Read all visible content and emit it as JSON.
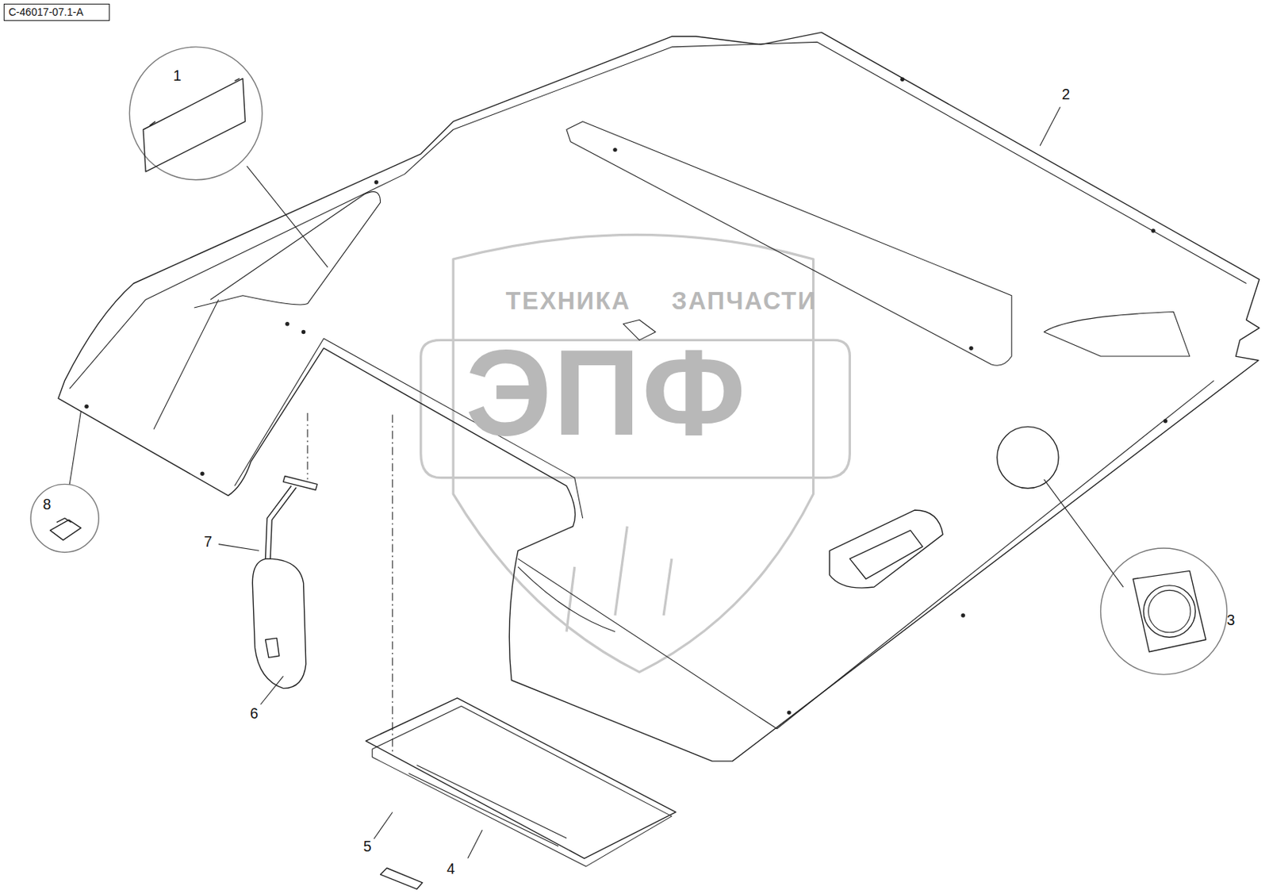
{
  "diagram": {
    "nodes": [
      {
        "text": [
          "C-46017-07.1-A"
        ]
      },
      {
        "text": [
          "1"
        ]
      },
      {
        "text": [
          "3"
        ]
      },
      {
        "text": [
          "8"
        ]
      }
    ],
    "labels": [
      "2",
      "4",
      "5",
      "6",
      "7",
      "ТЕХНИКА",
      "ЗАПЧАСТИ",
      "ЭПФ"
    ]
  }
}
